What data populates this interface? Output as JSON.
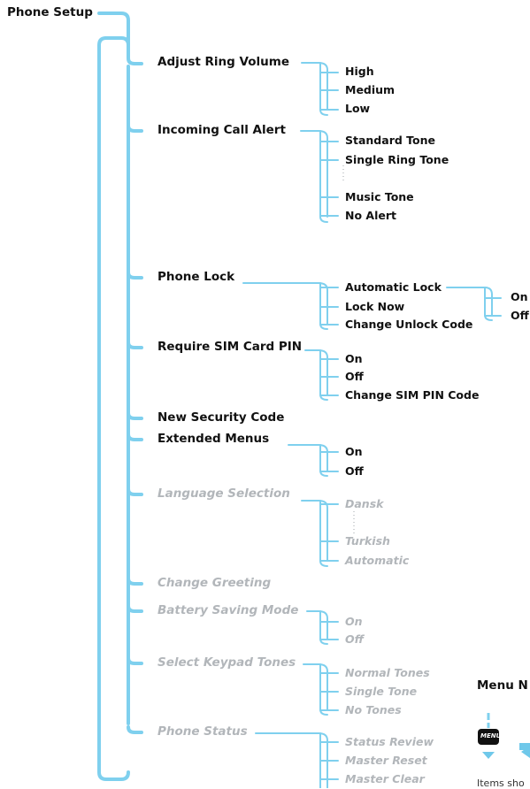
{
  "root": {
    "label": "Phone Setup"
  },
  "menu": {
    "adjust_ring_volume": {
      "label": "Adjust Ring Volume",
      "options": [
        "High",
        "Medium",
        "Low"
      ]
    },
    "incoming_call_alert": {
      "label": "Incoming Call Alert",
      "options": [
        "Standard Tone",
        "Single Ring Tone",
        "Music Tone",
        "No Alert"
      ]
    },
    "phone_lock": {
      "label": "Phone Lock",
      "options": [
        "Automatic Lock",
        "Lock Now",
        "Change Unlock Code"
      ],
      "automatic_lock_options": [
        "On",
        "Off"
      ]
    },
    "require_sim_card_pin": {
      "label": "Require SIM Card PIN",
      "options": [
        "On",
        "Off",
        "Change SIM PIN Code"
      ]
    },
    "new_security_code": {
      "label": "New Security Code"
    },
    "extended_menus": {
      "label": "Extended Menus",
      "options": [
        "On",
        "Off"
      ]
    },
    "language_selection": {
      "label": "Language Selection",
      "options": [
        "Dansk",
        "Turkish",
        "Automatic"
      ]
    },
    "change_greeting": {
      "label": "Change Greeting"
    },
    "battery_saving_mode": {
      "label": "Battery Saving Mode",
      "options": [
        "On",
        "Off"
      ]
    },
    "select_keypad_tones": {
      "label": "Select Keypad Tones",
      "options": [
        "Normal Tones",
        "Single Tone",
        "No Tones"
      ]
    },
    "phone_status": {
      "label": "Phone Status",
      "options": [
        "Status Review",
        "Master Reset",
        "Master Clear"
      ]
    }
  },
  "legend": {
    "title": "Menu N",
    "menu_key": "MENU",
    "note": "Items sho"
  },
  "colors": {
    "connector": "#7fd0ee",
    "text": "#111111",
    "extended_text": "#b2b6ba",
    "dots": "#9fa4a8"
  }
}
